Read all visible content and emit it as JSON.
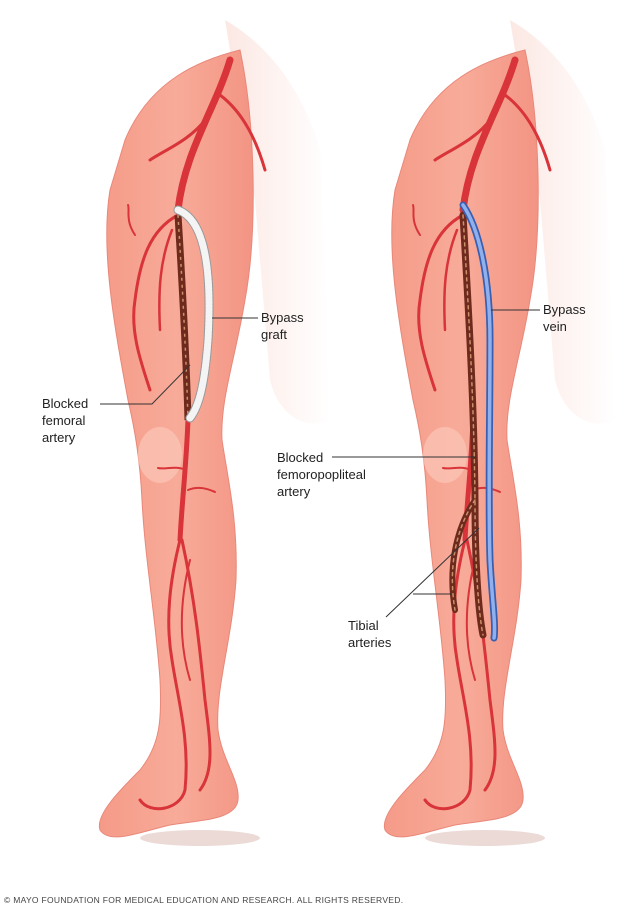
{
  "panels": [
    {
      "name": "graft-bypass",
      "labels": {
        "bypass": "Bypass\ngraft",
        "blocked": "Blocked\nfemoral\nartery"
      }
    },
    {
      "name": "vein-bypass",
      "labels": {
        "bypass": "Bypass\nvein",
        "blocked": "Blocked\nfemoropopliteal\nartery",
        "tibial": "Tibial\narteries"
      }
    }
  ],
  "copyright": "© MAYO FOUNDATION FOR MEDICAL EDUCATION AND RESEARCH. ALL RIGHTS RESERVED.",
  "colors": {
    "skin": "#f7a08e",
    "skin_light": "#fbd3c8",
    "artery": "#d8343a",
    "blocked_artery": "#6e2a1c",
    "graft": "#f2f2f2",
    "vein": "#6f93d8"
  }
}
